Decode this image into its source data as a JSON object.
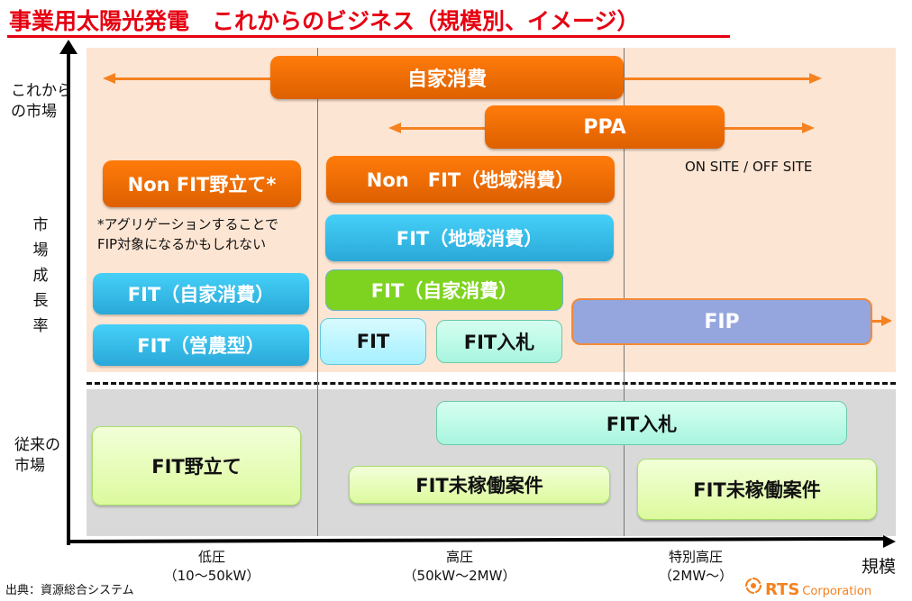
{
  "title": "事業用太陽光発電　これからのビジネス（規模別、イメージ）",
  "y_axis": {
    "top_label": "これから\nの市場",
    "top_label_lines": [
      "これから",
      "の市場"
    ],
    "middle_label_chars": [
      "市",
      "場",
      "成",
      "長",
      "率"
    ],
    "bottom_label_lines": [
      "従来の",
      "市場"
    ]
  },
  "x_axis": {
    "label": "規模",
    "categories": [
      {
        "name": "低圧",
        "range": "（10～50kW）"
      },
      {
        "name": "高圧",
        "range": "（50kW～2MW）"
      },
      {
        "name": "特別高圧",
        "range": "（2MW～）"
      }
    ]
  },
  "new_market": {
    "boxes": [
      {
        "id": "jika-shohi",
        "label": "自家消費",
        "color": "orange",
        "arrows": "both"
      },
      {
        "id": "ppa",
        "label": "PPA",
        "color": "orange",
        "arrows": "both",
        "sublabel": "ON SITE / OFF SITE"
      },
      {
        "id": "nonfit-nodate",
        "label": "Non FIT野立て*",
        "color": "orange"
      },
      {
        "id": "nonfit-chiiki",
        "label": "Non　FIT（地域消費）",
        "color": "orange"
      },
      {
        "id": "fit-chiiki",
        "label": "FIT（地域消費）",
        "color": "blue"
      },
      {
        "id": "fit-jika-low",
        "label": "FIT（自家消費）",
        "color": "blue"
      },
      {
        "id": "fit-jika-high",
        "label": "FIT（自家消費）",
        "color": "green"
      },
      {
        "id": "fit-einou",
        "label": "FIT（営農型）",
        "color": "blue"
      },
      {
        "id": "fit-high",
        "label": "FIT",
        "color": "light-cyan"
      },
      {
        "id": "fit-nyusatsu-upper",
        "label": "FIT入札",
        "color": "mint"
      },
      {
        "id": "fip",
        "label": "FIP",
        "color": "lavender",
        "arrows": "right"
      }
    ],
    "footnote_lines": [
      "*アグリゲーションすることで",
      "FIP対象になるかもしれない"
    ]
  },
  "old_market": {
    "boxes": [
      {
        "id": "fit-nodate",
        "label": "FIT野立て",
        "color": "light-green"
      },
      {
        "id": "fit-nyusatsu-lower",
        "label": "FIT入札",
        "color": "mint"
      },
      {
        "id": "fit-mikado-high",
        "label": "FIT未稼働案件",
        "color": "light-green"
      },
      {
        "id": "fit-mikado-extra",
        "label": "FIT未稼働案件",
        "color": "light-green"
      }
    ]
  },
  "source": "出典：資源総合システム",
  "logo": {
    "mark": "RTS",
    "text": "Corporation"
  },
  "colors": {
    "title": "#e60012",
    "orange": "#f77a0c",
    "blue": "#3bbfea",
    "green": "#7ed321",
    "fip": "#95a5de",
    "upper_zone": "#fde5d3",
    "lower_zone": "#d9d9d9",
    "logo": "#f58220"
  }
}
